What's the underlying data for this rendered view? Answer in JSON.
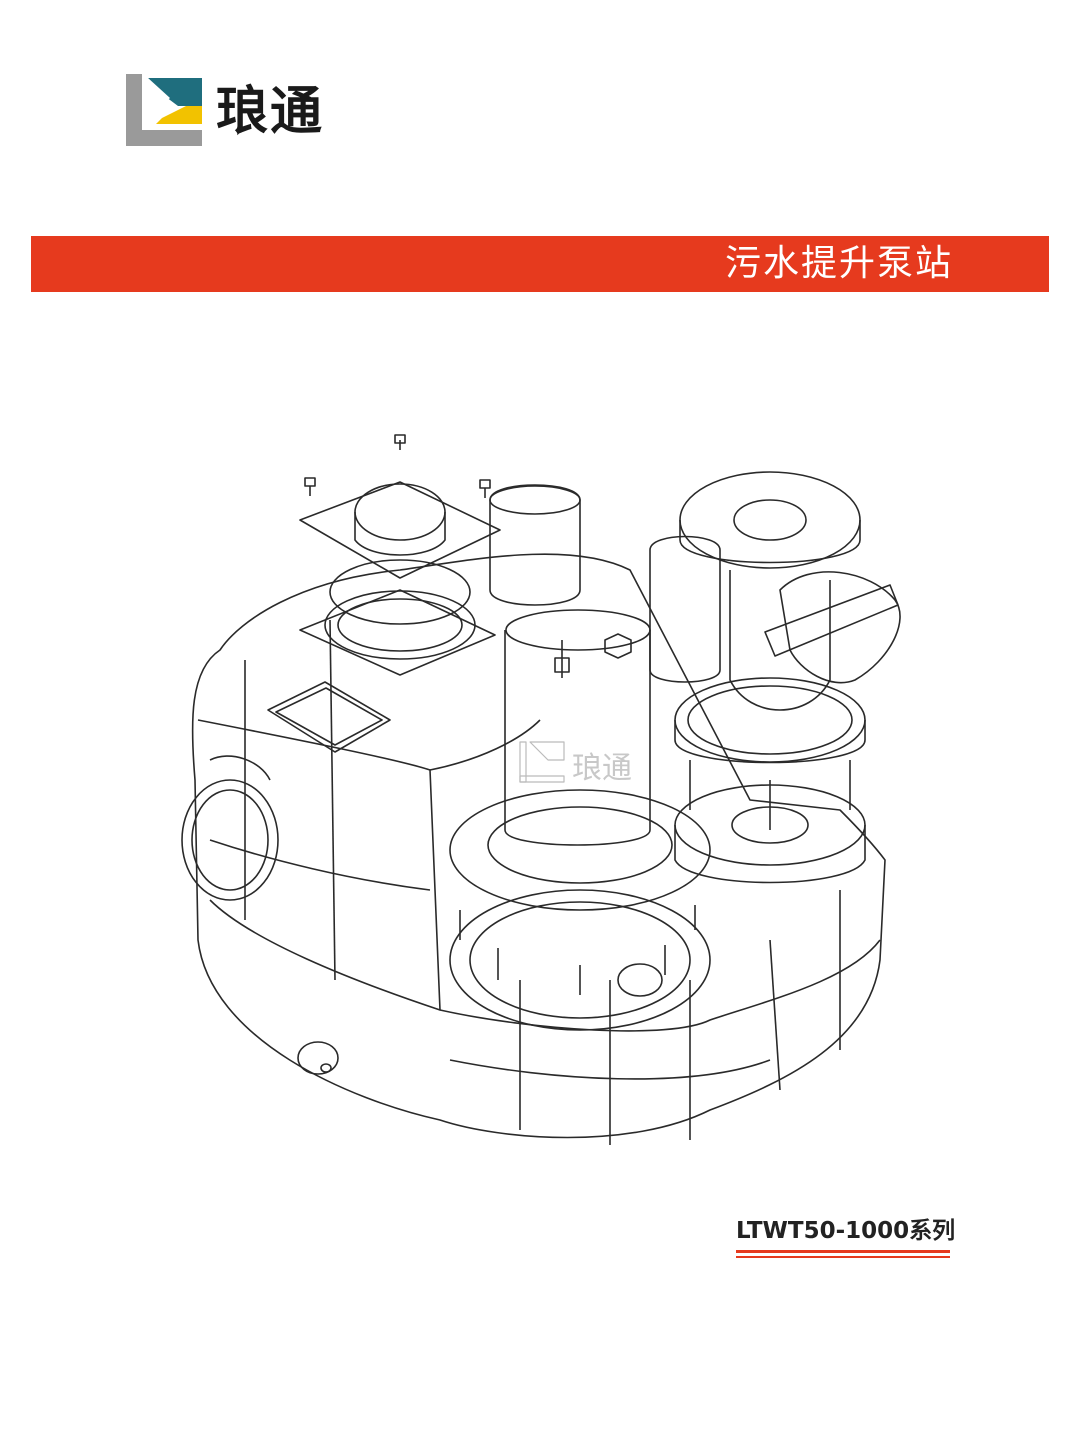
{
  "brand": {
    "name": "琅通",
    "colors": {
      "gray": "#9a9a9a",
      "teal": "#1f6e7e",
      "yellow": "#f2c200"
    }
  },
  "banner": {
    "title": "污水提升泵站",
    "color": "#e63a1e"
  },
  "illustration": {
    "watermark": "琅通"
  },
  "footer": {
    "series": "LTWT50-1000系列",
    "underline_color": "#e63a1e"
  }
}
